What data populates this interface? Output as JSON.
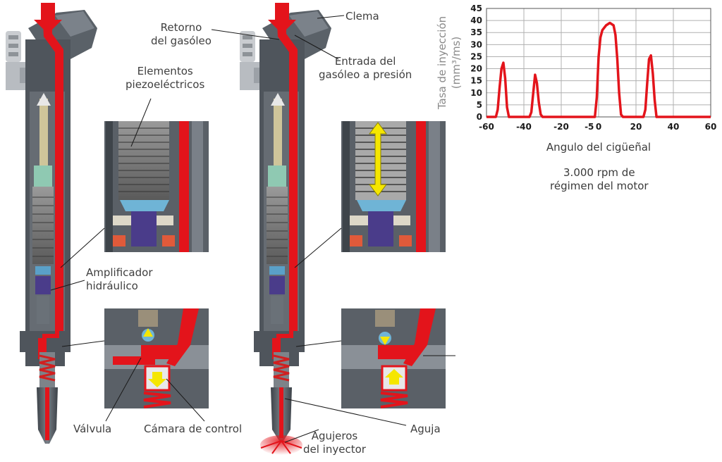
{
  "labels": {
    "fuel_return": [
      "Retorno",
      "del gasóleo"
    ],
    "piezo_elements": [
      "Elementos",
      "piezoeléctricos"
    ],
    "hydraulic_amplifier": [
      "Amplificador",
      "hidráulico"
    ],
    "valve": "Válvula",
    "control_chamber": "Cámara de control",
    "clamp": "Clema",
    "pressure_inlet": [
      "Entrada del",
      "gasóleo a presión"
    ],
    "injector_holes": [
      "Agujeros",
      "del inyector"
    ],
    "needle": "Aguja",
    "rpm_note": [
      "3.000 rpm de",
      "régimen del motor"
    ]
  },
  "colors": {
    "fuel_red": "#e3141b",
    "motion_arrow_yellow": "#f5e600",
    "injector_body": "#4f555c"
  },
  "chart_data": {
    "type": "line",
    "xlabel": "Angulo del cigüeñal",
    "ylabel": "Tasa de inyección (mm³/ms)",
    "ylabel_lines": [
      "Tasa de inyección",
      "(mm³/ms)"
    ],
    "xlim": [
      -60,
      60
    ],
    "ylim": [
      0,
      45
    ],
    "x_ticks": [
      -60,
      -40,
      -20,
      -5,
      0,
      20,
      40,
      60
    ],
    "x_tick_labels": [
      "-60",
      "-40",
      "-20",
      "-5",
      "0",
      "20",
      "40",
      "60"
    ],
    "y_ticks": [
      0,
      5,
      10,
      15,
      20,
      25,
      30,
      35,
      40,
      45
    ],
    "grid": true,
    "series": [
      {
        "color": "#e3141b",
        "x": [
          -60,
          -55,
          -54,
          -53,
          -52,
          -51,
          -50,
          -49,
          -48,
          -37,
          -36,
          -35,
          -34,
          -33,
          -32,
          -31,
          -30,
          -2,
          -1,
          0,
          1,
          2,
          4,
          6,
          8,
          9,
          10,
          11,
          12,
          13,
          24,
          25,
          26,
          27,
          28,
          29,
          30,
          31,
          60
        ],
        "y": [
          0,
          0,
          3,
          12,
          20,
          22.5,
          16,
          4,
          0,
          0,
          2,
          10,
          17.5,
          14,
          6,
          1,
          0,
          0,
          8,
          25,
          33,
          36,
          38,
          39,
          38,
          34,
          24,
          10,
          1,
          0,
          0,
          3,
          14,
          24,
          25.5,
          18,
          7,
          0,
          0
        ]
      }
    ]
  }
}
